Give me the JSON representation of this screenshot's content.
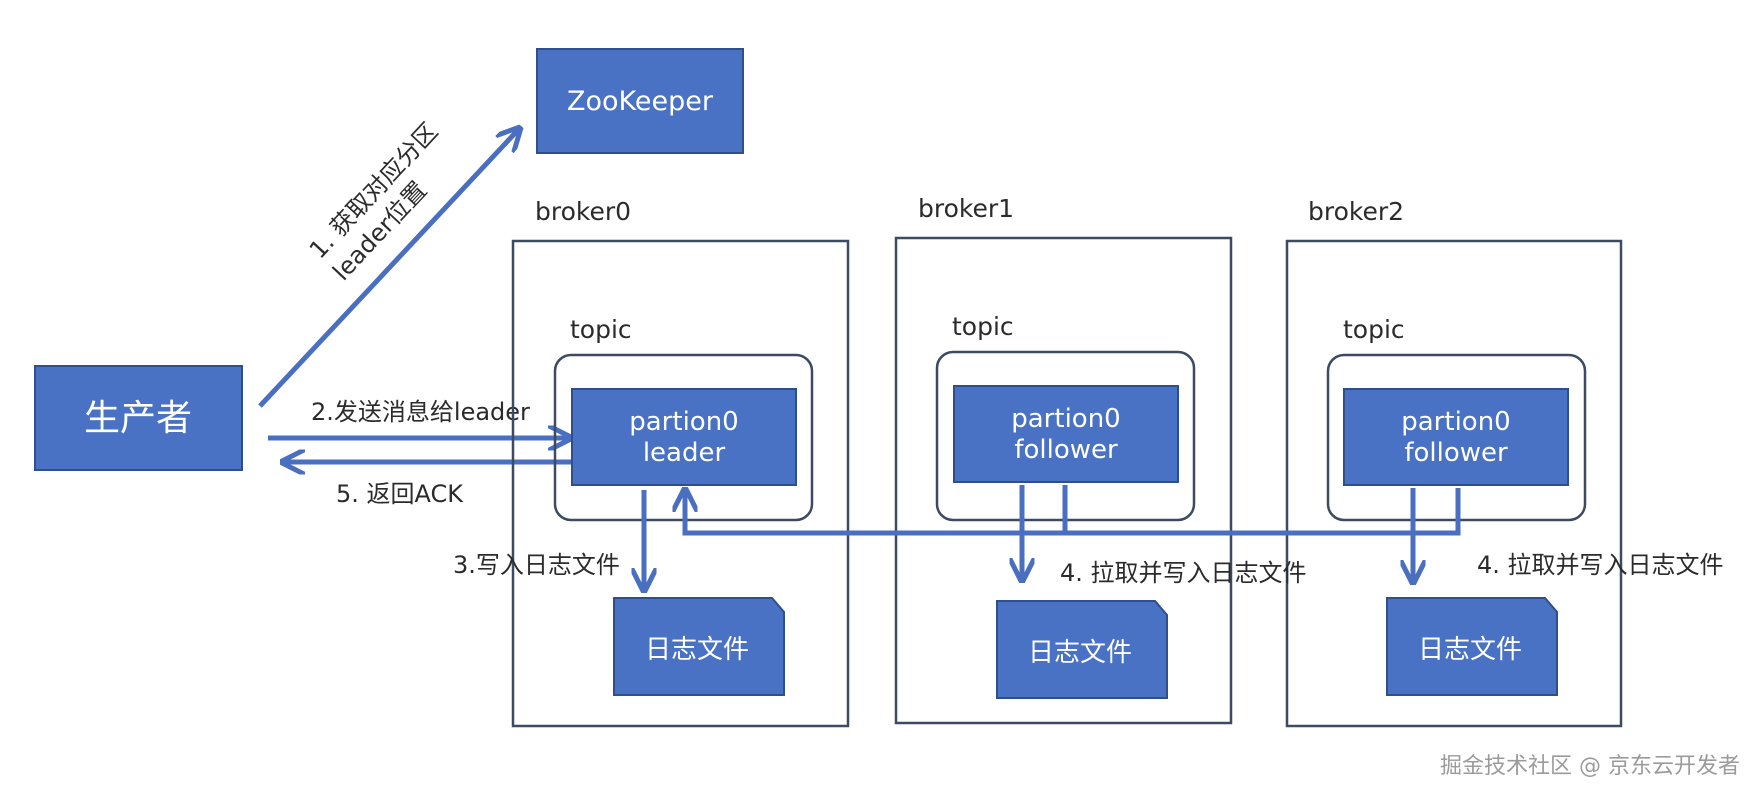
{
  "colors": {
    "box_fill": "#4a72c4",
    "box_stroke": "#2f4f8a",
    "container_stroke": "#3c4b62",
    "arrow": "#4a6fc0",
    "text_on_box": "#ffffff",
    "label_text": "#2b2b2b"
  },
  "zookeeper": {
    "label": "ZooKeeper"
  },
  "producer": {
    "label": "生产者"
  },
  "steps": {
    "step1_line1": "1. 获取对应分区",
    "step1_line2": "leader位置",
    "step2": "2.发送消息给leader",
    "step3": "3.写入日志文件",
    "step4_broker1": "4. 拉取并写入日志文件",
    "step4_broker2": "4. 拉取并写入日志文件",
    "step5": "5. 返回ACK"
  },
  "brokers": [
    {
      "name": "broker0",
      "topic": "topic",
      "partition_line1": "partion0",
      "partition_line2": "leader",
      "log_file": "日志文件"
    },
    {
      "name": "broker1",
      "topic": "topic",
      "partition_line1": "partion0",
      "partition_line2": "follower",
      "log_file": "日志文件"
    },
    {
      "name": "broker2",
      "topic": "topic",
      "partition_line1": "partion0",
      "partition_line2": "follower",
      "log_file": "日志文件"
    }
  ],
  "watermark": "掘金技术社区 @ 京东云开发者"
}
